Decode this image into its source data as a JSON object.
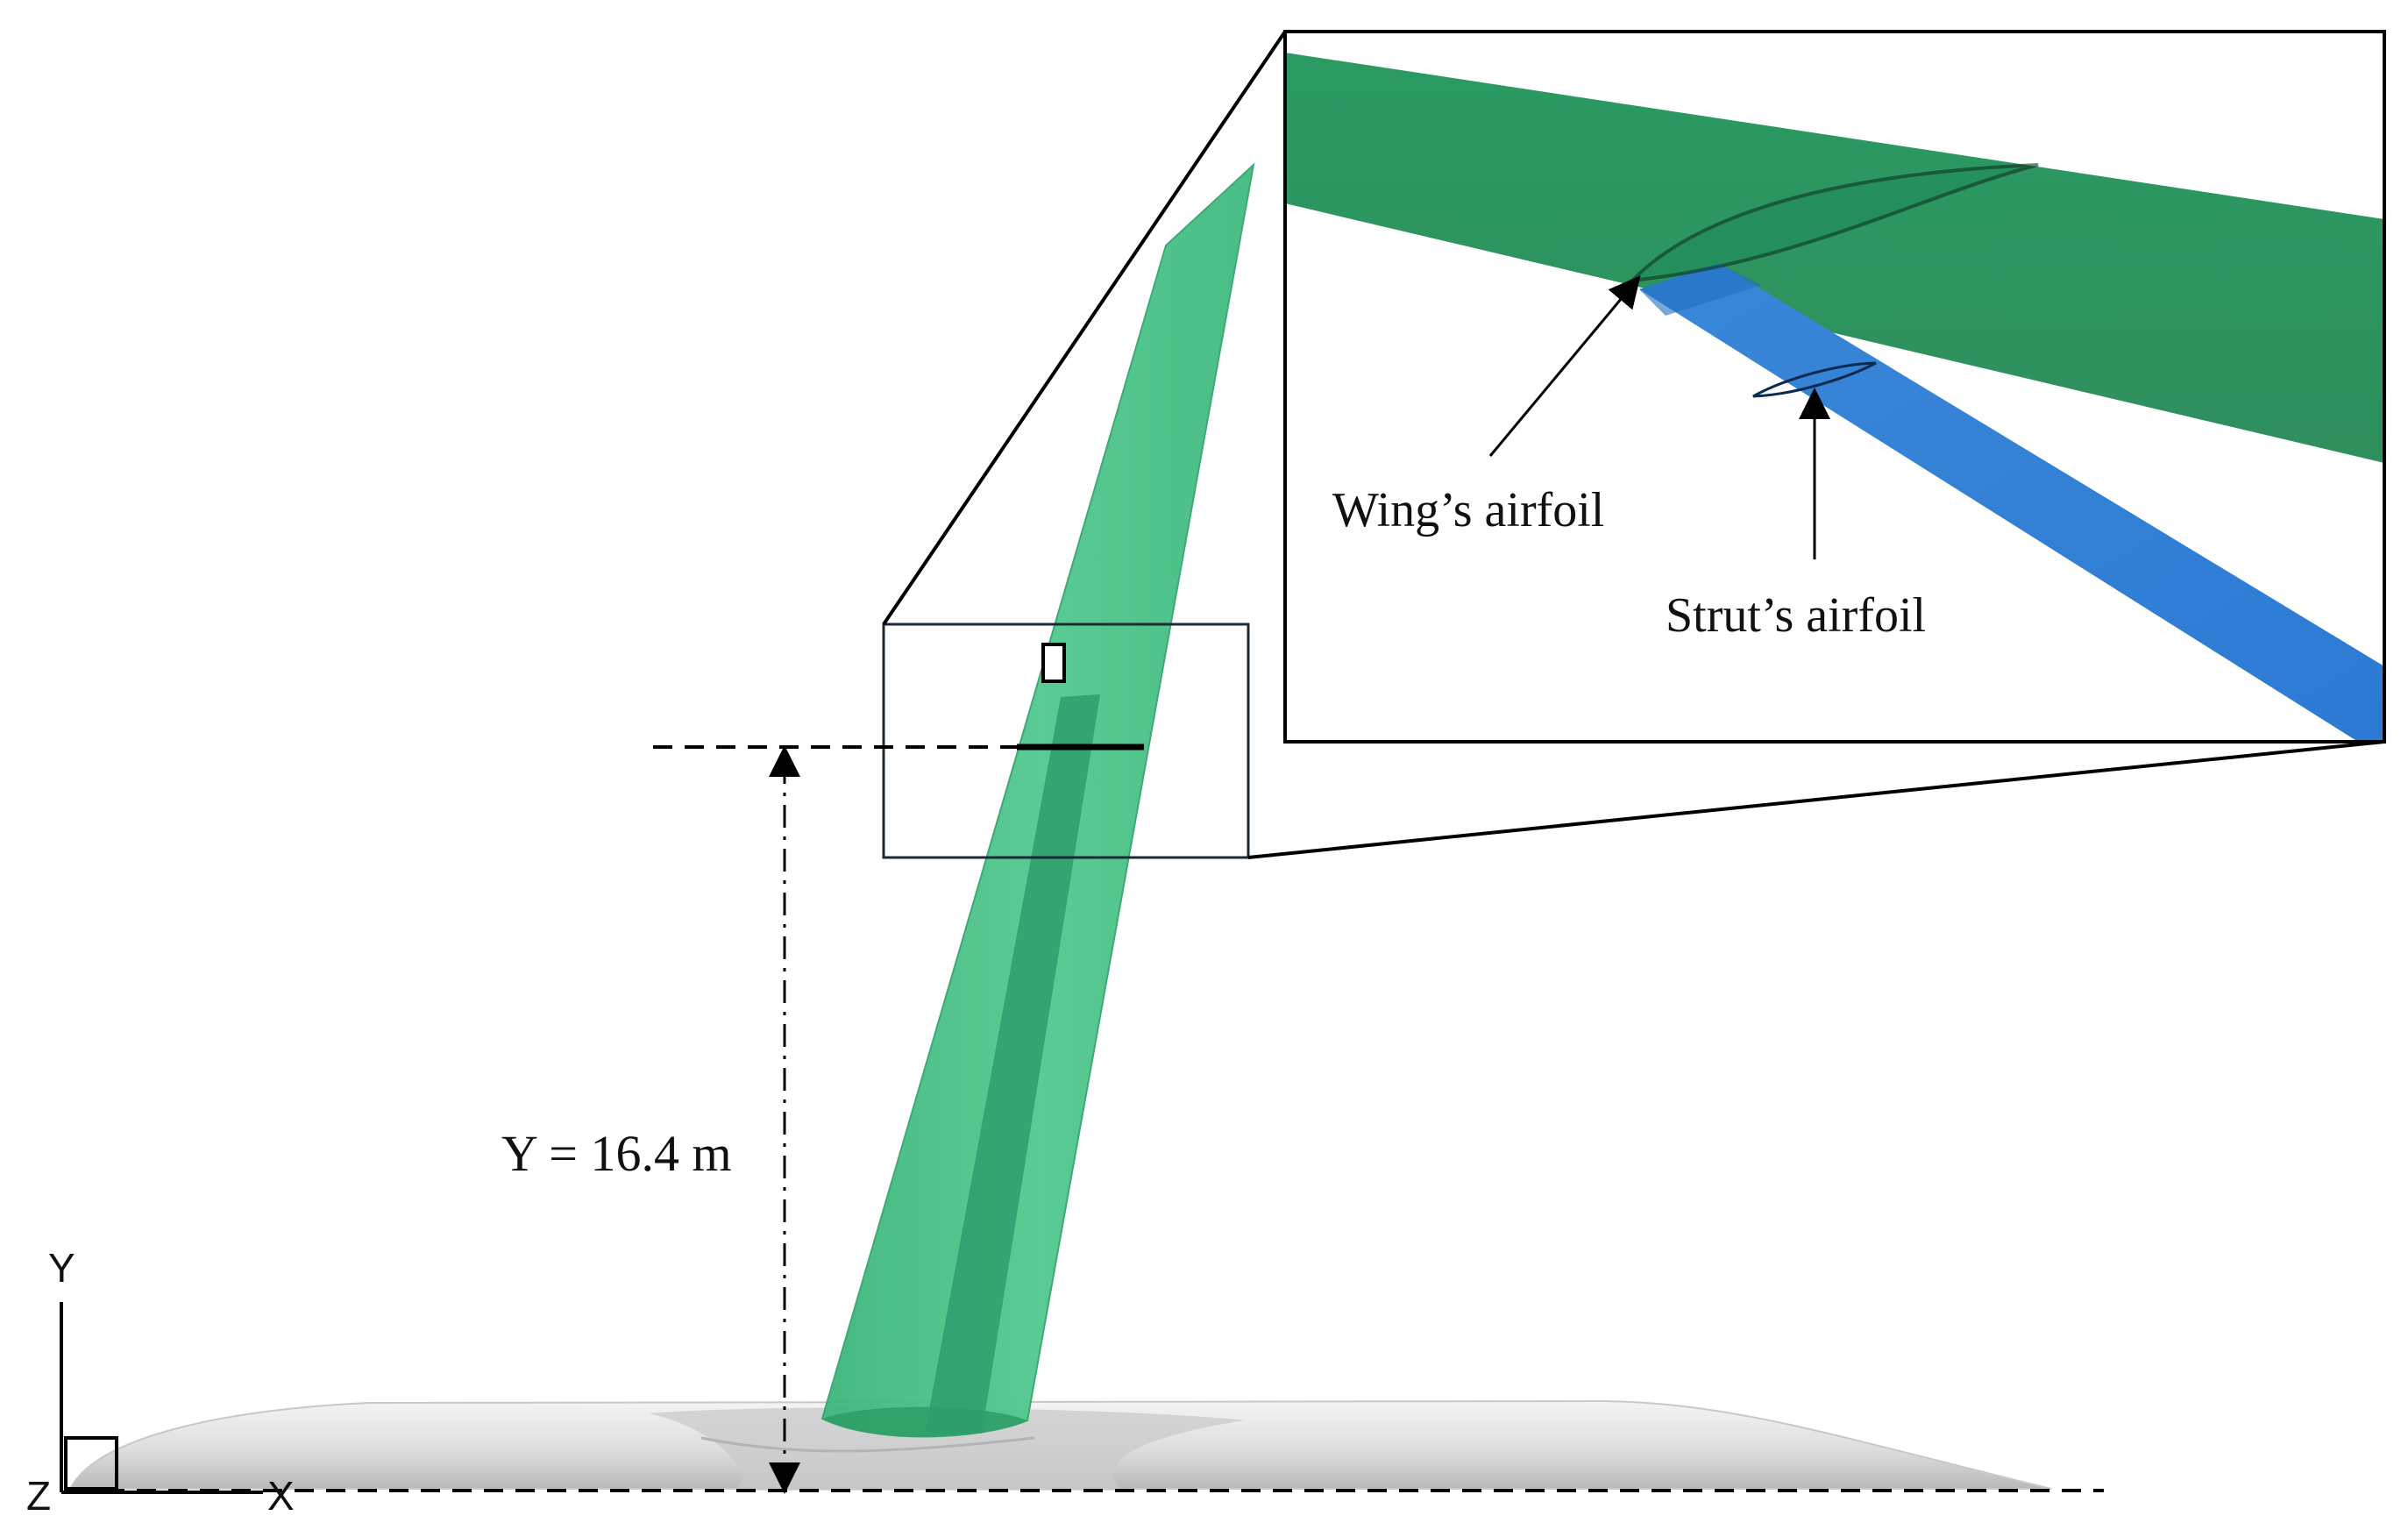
{
  "dimension_label": "Y = 16.4 m",
  "callouts": {
    "wing": "Wing’s airfoil",
    "strut": "Strut’s airfoil"
  },
  "axes": {
    "y": "Y",
    "x": "X",
    "z": "Z"
  },
  "colors": {
    "wing": "#3fbf80",
    "wing_dark": "#2a9a66",
    "strut": "#2f7fd6",
    "fuselage": "#d8d8d8",
    "outline": "#000000"
  }
}
